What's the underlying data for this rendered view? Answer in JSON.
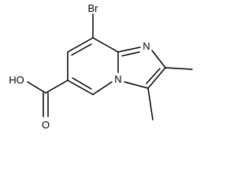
{
  "atoms": {
    "bromine": "Br",
    "imidazole_nitrogen": "N",
    "bridgehead_nitrogen": "N",
    "hydroxyl": "HO",
    "carbonyl_oxygen": "O"
  }
}
